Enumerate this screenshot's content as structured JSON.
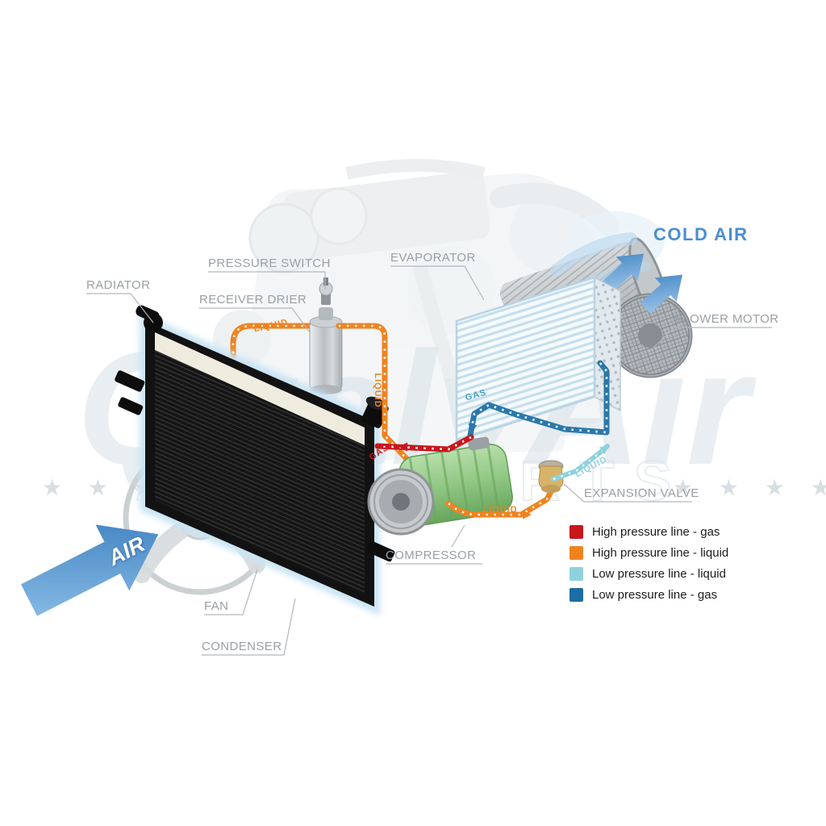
{
  "watermark": {
    "brand": "QualyAir",
    "ghost_text": "AUTO PARTS",
    "stars": "★ ★ ★ ★"
  },
  "component_labels": {
    "radiator": "RADIATOR",
    "pressure_switch": "PRESSURE SWITCH",
    "receiver_drier": "RECEIVER DRIER",
    "evaporator": "EVAPORATOR",
    "blower_motor": "BLOWER MOTOR",
    "expansion_valve": "EXPANSION VALVE",
    "compressor": "COMPRESSOR",
    "fan": "FAN",
    "condenser": "CONDENSER"
  },
  "airflow_labels": {
    "cold_air": "COLD AIR",
    "air": "AIR"
  },
  "flow_labels": {
    "liquid_condenser_to_drier": "LIQUID",
    "liquid_drier_down": "LIQUID",
    "gas_evaporator_to_compressor": "GAS",
    "gas_compressor_to_condenser": "GAS",
    "liquid_expansion_to_evaporator": "LIQUID",
    "liquid_to_expansion_valve": "LIQUID"
  },
  "legend": {
    "items": [
      {
        "label": "High pressure line - gas",
        "color": "#c8161d"
      },
      {
        "label": "High pressure line - liquid",
        "color": "#f0831f"
      },
      {
        "label": "Low pressure line - liquid",
        "color": "#8ed2de"
      },
      {
        "label": "Low pressure line -  gas",
        "color": "#1d6da5"
      }
    ]
  },
  "colors": {
    "high_pressure_gas": "#c8161d",
    "high_pressure_liquid": "#f0831f",
    "low_pressure_liquid": "#8ed2de",
    "low_pressure_gas": "#2a78ab",
    "air_arrow_blue": "#4a8fd0",
    "label_gray": "#9aa0a5"
  }
}
